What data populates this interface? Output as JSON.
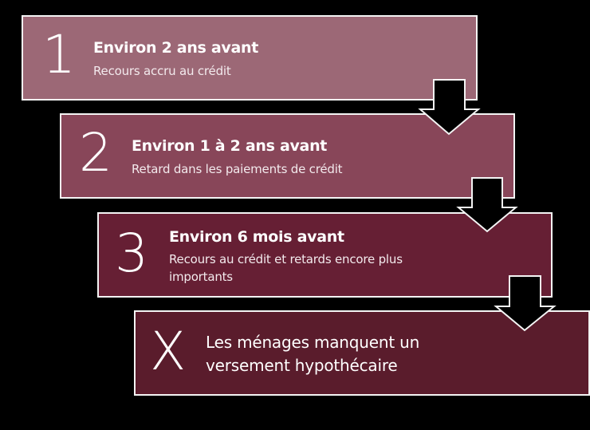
{
  "colors": {
    "background": "#000000",
    "border": "#f4f4f4",
    "step1": "#9c6876",
    "step2": "#884659",
    "step3": "#661f34",
    "final": "#5a1c2c"
  },
  "steps": [
    {
      "number": "1",
      "title": "Environ 2 ans avant",
      "description": "Recours accru au crédit"
    },
    {
      "number": "2",
      "title": "Environ 1 à 2 ans avant",
      "description": "Retard dans les paiements de crédit"
    },
    {
      "number": "3",
      "title": "Environ 6 mois avant",
      "description": "Recours au crédit et retards encore plus importants"
    }
  ],
  "final": {
    "marker": "X",
    "description": "Les ménages manquent un versement hypothécaire"
  },
  "arrows": [
    "down-arrow",
    "down-arrow",
    "down-arrow"
  ]
}
